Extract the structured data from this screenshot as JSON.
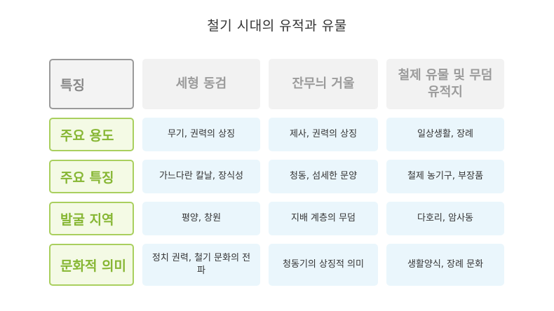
{
  "title": "철기 시대의 유적과 유물",
  "table": {
    "corner": "특징",
    "columns": [
      "세형 동검",
      "잔무늬 거울",
      "철제 유물 및 무덤 유적지"
    ],
    "rows": [
      {
        "label": "주요 용도",
        "cells": [
          "무기, 권력의 상징",
          "제사, 권력의 상징",
          "일상생활, 장례"
        ]
      },
      {
        "label": "주요 특징",
        "cells": [
          "가느다란 칼날, 장식성",
          "청동, 섬세한 문양",
          "철제 농기구, 부장품"
        ]
      },
      {
        "label": "발굴 지역",
        "cells": [
          "평양, 창원",
          "지배 계층의 무덤",
          "다호리, 암사동"
        ]
      },
      {
        "label": "문화적 의미",
        "cells": [
          "정치 권력, 철기 문화의 전파",
          "청동기의 상징적 의미",
          "생활양식, 장례 문화"
        ]
      }
    ]
  }
}
